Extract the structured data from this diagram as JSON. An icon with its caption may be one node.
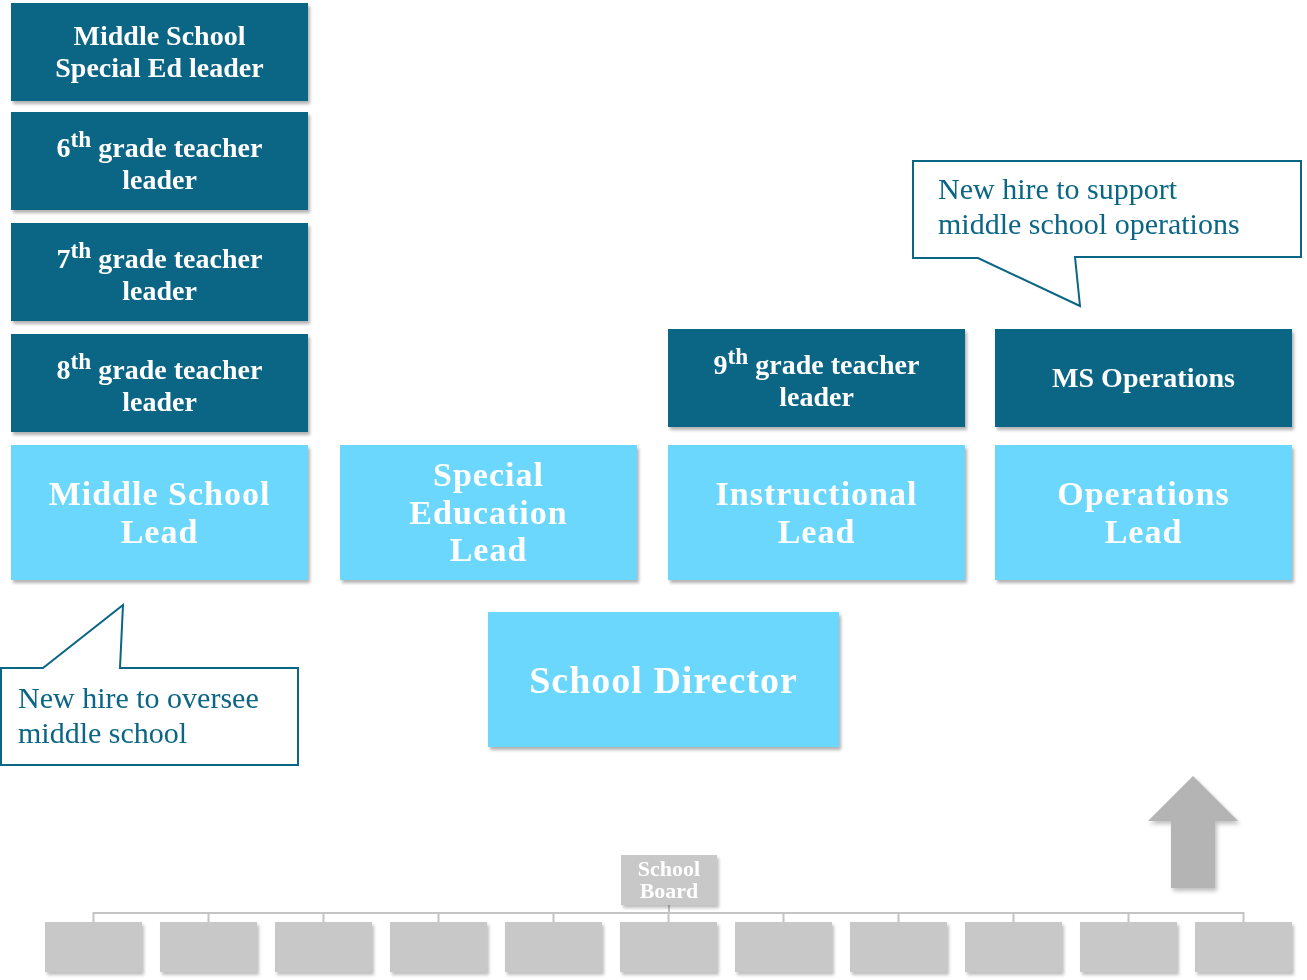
{
  "diagram": {
    "nodes": [
      {
        "text": [
          "Middle School Special Ed leader"
        ]
      },
      {
        "text": [
          "6$^{th}$ grade teacher leader"
        ]
      },
      {
        "text": [
          "7$^{th}$ grade teacher leader"
        ]
      },
      {
        "text": [
          "8$^{th}$ grade teacher leader"
        ]
      },
      {
        "text": [
          "Middle School Lead"
        ]
      },
      {
        "text": [
          "Special Education Lead"
        ]
      },
      {
        "text": [
          "9$^{th}$ grade teacher leader"
        ]
      },
      {
        "text": [
          "MS Operations"
        ]
      },
      {
        "text": [
          "Instructional Lead"
        ]
      },
      {
        "text": [
          "Operations Lead"
        ]
      },
      {
        "text": [
          "School Director"
        ]
      },
      {
        "text": [
          "New hire to oversee middle school"
        ]
      },
      {
        "text": [
          "New hire to support middle school operations"
        ]
      },
      {
        "text": [
          "School Board"
        ]
      },
      {
        "text": [],
        "shape": "box"
      },
      {
        "text": [],
        "shape": "box"
      },
      {
        "text": [],
        "shape": "box"
      },
      {
        "text": [],
        "shape": "box"
      },
      {
        "text": [],
        "shape": "box"
      },
      {
        "text": [],
        "shape": "box"
      },
      {
        "text": [],
        "shape": "box"
      },
      {
        "text": [],
        "shape": "box"
      },
      {
        "text": [],
        "shape": "box"
      },
      {
        "text": [],
        "shape": "box"
      },
      {
        "text": [],
        "shape": "box"
      }
    ],
    "edges": [
      {
        "from": 13,
        "to": 14,
        "arrow": "none"
      },
      {
        "from": 13,
        "to": 15,
        "arrow": "none"
      },
      {
        "from": 13,
        "to": 16,
        "arrow": "none"
      },
      {
        "from": 13,
        "to": 17,
        "arrow": "none"
      },
      {
        "from": 13,
        "to": 18,
        "arrow": "none"
      },
      {
        "from": 13,
        "to": 19,
        "arrow": "none"
      },
      {
        "from": 13,
        "to": 20,
        "arrow": "none"
      },
      {
        "from": 13,
        "to": 21,
        "arrow": "none"
      },
      {
        "from": 13,
        "to": 22,
        "arrow": "none"
      },
      {
        "from": 13,
        "to": 23,
        "arrow": "none"
      },
      {
        "from": 13,
        "to": 24,
        "arrow": "none"
      }
    ]
  }
}
